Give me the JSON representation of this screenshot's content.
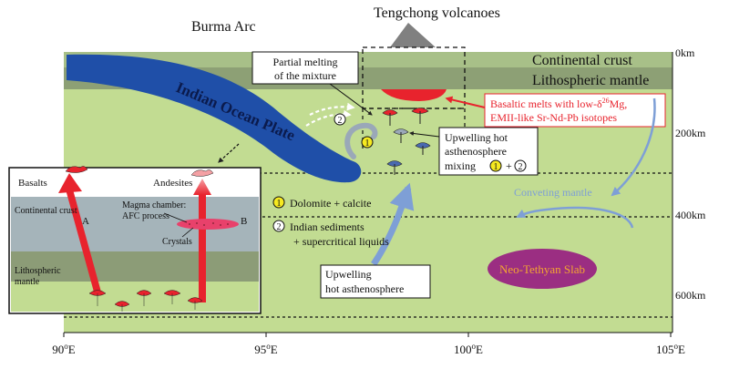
{
  "header": {
    "burma_arc": "Burma Arc",
    "tengchong": "Tengchong volcanoes"
  },
  "layers": {
    "crust": "Continental crust",
    "mantle": "Lithospheric mantle"
  },
  "depth_axis": {
    "ticks": [
      "0km",
      "200km",
      "400km",
      "600km"
    ]
  },
  "longitude_axis": {
    "ticks": [
      {
        "deg": "90",
        "unit": "E"
      },
      {
        "deg": "95",
        "unit": "E"
      },
      {
        "deg": "100",
        "unit": "E"
      },
      {
        "deg": "105",
        "unit": "E"
      }
    ]
  },
  "labels": {
    "plate": "Indian Ocean Plate",
    "partial_melting_1": "Partial melting",
    "partial_melting_2": "of the mixture",
    "basaltic_1_pre": "Basaltic melts with low-δ",
    "basaltic_1_sup": "26",
    "basaltic_1_post": "Mg,",
    "basaltic_2": "EMII-like Sr-Nd-Pb isotopes",
    "upwelling_mix_1": "Upwelling hot",
    "upwelling_mix_2": "asthenosphere",
    "upwelling_mix_3": "mixing",
    "convecting": "Conveting mantle",
    "dolomite": "Dolomite + calcite",
    "sediments_1": "Indian sediments",
    "sediments_2": "+ supercritical liquids",
    "upwelling_1": "Upwelling",
    "upwelling_2": "hot asthenosphere",
    "neo_tethyan": "Neo-Tethyan Slab",
    "marker_1": "1",
    "marker_2": "2",
    "plus": "+"
  },
  "inset": {
    "basalts": "Basalts",
    "andesites": "Andesites",
    "continental_crust": "Continental crust",
    "magma_1": "Magma chamber:",
    "magma_2": "AFC process",
    "crystals": "Crystals",
    "lith_1": "Lithospheric",
    "lith_2": "mantle",
    "path_a": "A",
    "path_b": "B"
  },
  "colors": {
    "mantle_green": "#c2dc92",
    "crust_band": "#a8c088",
    "lith_band": "#8da075",
    "plate_blue": "#1f4fa8",
    "melt_red": "#e8232d",
    "arrow_blue": "#7e9fd6",
    "slab_purple": "#9b2e82",
    "slab_text": "#f3a531",
    "marker_yellow": "#f6ea20"
  }
}
